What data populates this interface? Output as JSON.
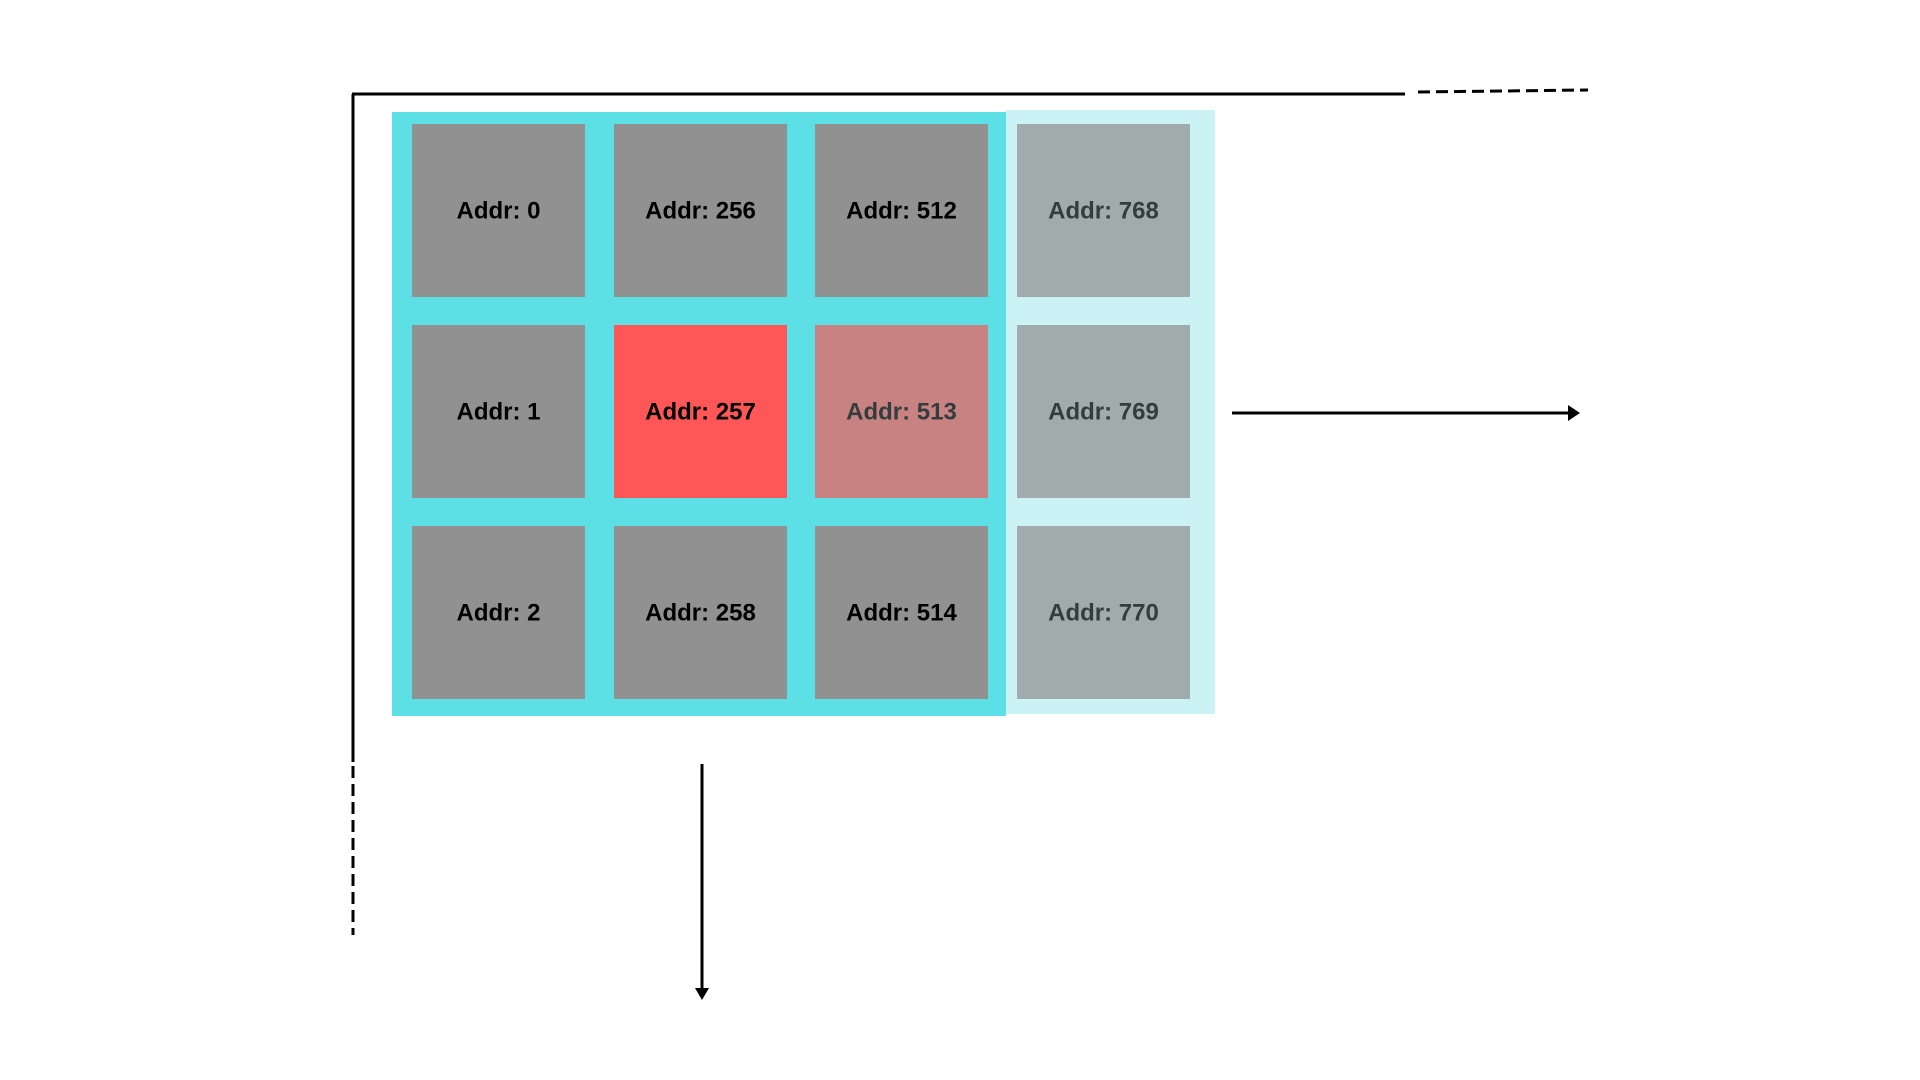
{
  "colors": {
    "background": "#ffffff",
    "active_region": "#5ce0e6",
    "faded_region": "#cbf3f5",
    "cell_default": "#919191",
    "cell_faded": "#a2abab",
    "cell_highlight": "#ff5757",
    "cell_neighbor": "#c98282",
    "text_dark": "#000000",
    "text_faded": "#333d3d",
    "line": "#000000"
  },
  "grid": {
    "columns": [
      {
        "region": "active",
        "cells": [
          {
            "label": "Addr: 0",
            "state": "default"
          },
          {
            "label": "Addr: 1",
            "state": "default"
          },
          {
            "label": "Addr: 2",
            "state": "default"
          }
        ]
      },
      {
        "region": "active",
        "cells": [
          {
            "label": "Addr: 256",
            "state": "default"
          },
          {
            "label": "Addr: 257",
            "state": "highlight"
          },
          {
            "label": "Addr: 258",
            "state": "default"
          }
        ]
      },
      {
        "region": "active",
        "cells": [
          {
            "label": "Addr: 512",
            "state": "default"
          },
          {
            "label": "Addr: 513",
            "state": "neighbor"
          },
          {
            "label": "Addr: 514",
            "state": "default"
          }
        ]
      },
      {
        "region": "faded",
        "cells": [
          {
            "label": "Addr: 768",
            "state": "faded"
          },
          {
            "label": "Addr: 769",
            "state": "faded"
          },
          {
            "label": "Addr: 770",
            "state": "faded"
          }
        ]
      }
    ]
  },
  "axes": {
    "right_arrow": "arrow pointing right",
    "down_arrow": "arrow pointing down"
  }
}
